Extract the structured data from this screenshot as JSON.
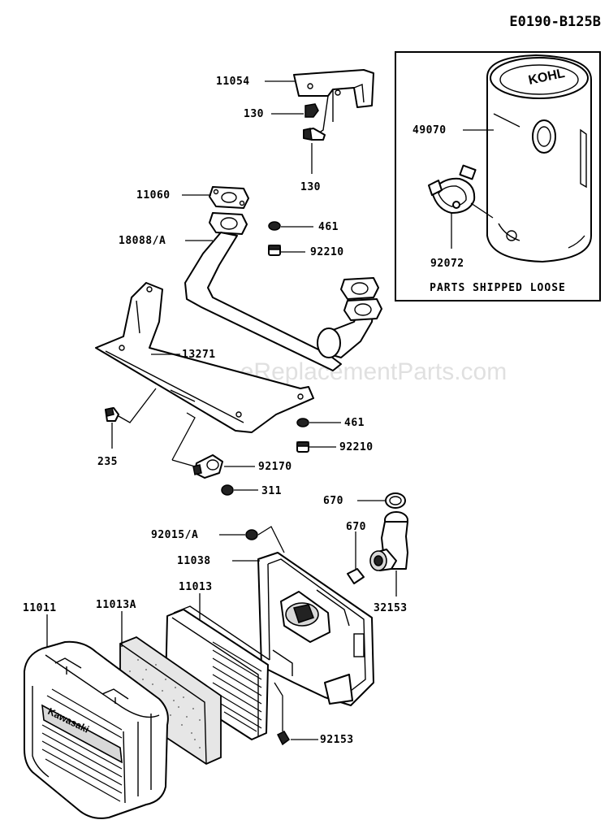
{
  "diagram_code": "E0190-B125B",
  "watermark": "eReplacementParts.com",
  "inset_note": "PARTS SHIPPED LOOSE",
  "muffler_logo_text": "KOHL",
  "cover_logo_text": "Kawasaki",
  "labels": {
    "p11054": "11054",
    "p130a": "130",
    "p130b": "130",
    "p11060": "11060",
    "p461a": "461",
    "p92210a": "92210",
    "p18088A": "18088/A",
    "p13271": "13271",
    "p461b": "461",
    "p92210b": "92210",
    "p235": "235",
    "p92170": "92170",
    "p311": "311",
    "p670a": "670",
    "p670b": "670",
    "p92015A": "92015/A",
    "p11038": "11038",
    "p32153": "32153",
    "p11013": "11013",
    "p11013A": "11013A",
    "p11011": "11011",
    "p92153": "92153",
    "p49070": "49070",
    "p92072": "92072"
  }
}
